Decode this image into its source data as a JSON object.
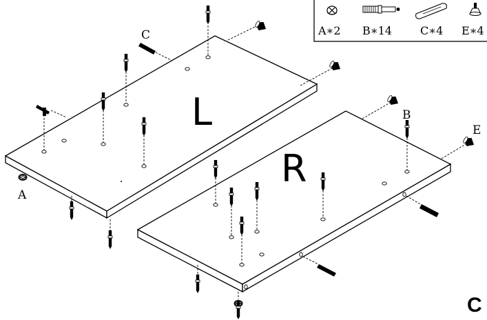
{
  "legend": {
    "items": [
      {
        "id": "A",
        "label": "A∗2",
        "icon": "cam-lock-icon"
      },
      {
        "id": "B",
        "label": "B∗14",
        "icon": "cam-bolt-icon"
      },
      {
        "id": "C",
        "label": "C∗4",
        "icon": "wooden-dowel-icon"
      },
      {
        "id": "E",
        "label": "E∗4",
        "icon": "leveler-foot-icon"
      }
    ]
  },
  "panels": {
    "left": {
      "label": "L"
    },
    "right": {
      "label": "R"
    }
  },
  "callouts": {
    "a": "A",
    "b": "B",
    "c": "C",
    "e": "E"
  },
  "step": {
    "label": "C"
  }
}
